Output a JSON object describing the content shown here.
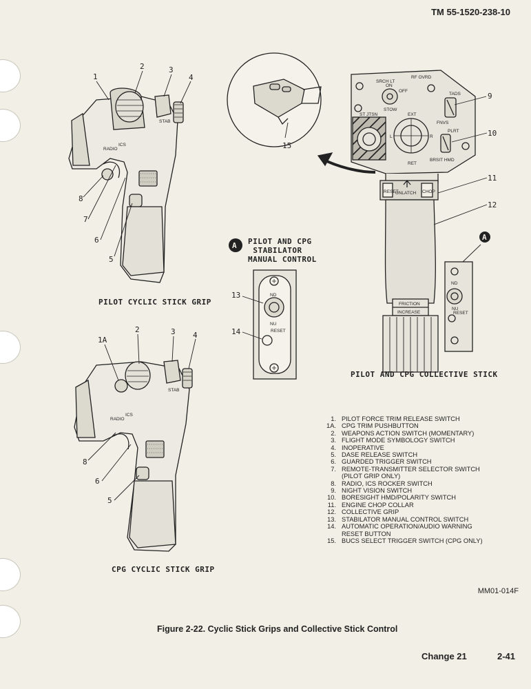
{
  "header": {
    "doc_number": "TM 55-1520-238-10"
  },
  "captions": {
    "pilot_cyclic": "PILOT CYCLIC STICK GRIP",
    "cpg_cyclic": "CPG CYCLIC STICK GRIP",
    "collective": "PILOT AND CPG COLLECTIVE STICK",
    "detail_letter": "A",
    "detail_title_1": "PILOT AND CPG",
    "detail_title_2": "STABILATOR",
    "detail_title_3": "MANUAL CONTROL"
  },
  "callouts": {
    "c1": "1",
    "c1a": "1A",
    "c2": "2",
    "c3": "3",
    "c4": "4",
    "c5": "5",
    "c6": "6",
    "c7": "7",
    "c8": "8",
    "c9": "9",
    "c10": "10",
    "c11": "11",
    "c12": "12",
    "c13": "13",
    "c14": "14",
    "c15": "15",
    "cA": "A"
  },
  "panel_labels": {
    "srch_lt": "SRCH LT",
    "on": "ON",
    "off": "OFF",
    "stow": "STOW",
    "rf_ovrd": "RF OVRD",
    "tads": "TADS",
    "fnvs": "FNVS",
    "plrt": "PLRT",
    "brsit_hmd": "BRSIT HMD",
    "st_jtsn": "ST JTSN",
    "ext": "EXT",
    "ret": "RET",
    "l": "L",
    "r": "R",
    "reset": "RESET",
    "unlatch": "UNLATCH",
    "chop": "CHOP",
    "friction": "FRICTION",
    "increase": "INCREASE",
    "nd": "ND",
    "nu": "NU",
    "nu_reset": "RESET",
    "radio": "RADIO",
    "ics": "ICS",
    "stab": "STAB"
  },
  "legend": [
    {
      "num": "1.",
      "text": "PILOT FORCE TRIM RELEASE SWITCH"
    },
    {
      "num": "1A.",
      "text": "CPG TRIM PUSHBUTTON"
    },
    {
      "num": "2.",
      "text": "WEAPONS ACTION SWITCH (MOMENTARY)"
    },
    {
      "num": "3.",
      "text": "FLIGHT MODE SYMBOLOGY SWITCH"
    },
    {
      "num": "4.",
      "text": "INOPERATIVE"
    },
    {
      "num": "5.",
      "text": "DASE RELEASE SWITCH"
    },
    {
      "num": "6.",
      "text": "GUARDED TRIGGER SWITCH"
    },
    {
      "num": "7.",
      "text": "REMOTE-TRANSMITTER SELECTOR SWITCH",
      "cont": "(PILOT GRIP ONLY)"
    },
    {
      "num": "8.",
      "text": "RADIO, ICS ROCKER SWITCH"
    },
    {
      "num": "9.",
      "text": "NIGHT VISION SWITCH"
    },
    {
      "num": "10.",
      "text": "BORESIGHT HMD/POLARITY SWITCH"
    },
    {
      "num": "11.",
      "text": "ENGINE CHOP COLLAR"
    },
    {
      "num": "12.",
      "text": "COLLECTIVE GRIP"
    },
    {
      "num": "13.",
      "text": "STABILATOR MANUAL CONTROL SWITCH"
    },
    {
      "num": "14.",
      "text": "AUTOMATIC OPERATION/AUDIO WARNING",
      "cont": "RESET BUTTON"
    },
    {
      "num": "15.",
      "text": "BUCS SELECT TRIGGER SWITCH (CPG ONLY)"
    }
  ],
  "figure_ref": "MM01-014F",
  "figure_caption": "Figure 2-22.   Cyclic Stick Grips and Collective Stick Control",
  "footer": {
    "change": "Change 21",
    "page": "2-41"
  },
  "colors": {
    "paper": "#f1efe6",
    "ink": "#222222"
  }
}
